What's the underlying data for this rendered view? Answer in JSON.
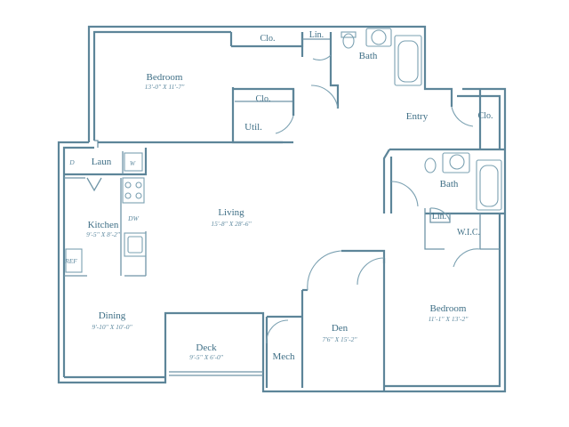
{
  "rooms": {
    "bedroom_1": {
      "name": "Bedroom",
      "dims": "13'-0\" X 11'-7\""
    },
    "bath_1": {
      "name": "Bath"
    },
    "closet_1": {
      "name": "Clo."
    },
    "linen_1": {
      "name": "Lin."
    },
    "closet_2": {
      "name": "Clo."
    },
    "utility": {
      "name": "Util."
    },
    "entry": {
      "name": "Entry"
    },
    "closet_entry": {
      "name": "Clo."
    },
    "laundry": {
      "name": "Laun"
    },
    "kitchen": {
      "name": "Kitchen",
      "dims": "9'-5\" X 8'-2\""
    },
    "living": {
      "name": "Living",
      "dims": "15'-8\" X 28'-6\""
    },
    "bath_2": {
      "name": "Bath"
    },
    "linen_2": {
      "name": "Lin."
    },
    "wic": {
      "name": "W.I.C."
    },
    "dining": {
      "name": "Dining",
      "dims": "9'-10\" X 10'-0\""
    },
    "deck": {
      "name": "Deck",
      "dims": "9'-5\" X 6'-0\""
    },
    "mech": {
      "name": "Mech"
    },
    "den": {
      "name": "Den",
      "dims": "7'6\" X 15'-2\""
    },
    "bedroom_2": {
      "name": "Bedroom",
      "dims": "11'-1\" X 13'-2\""
    }
  },
  "fixtures": {
    "washer_label": "W",
    "dryer_label": "D",
    "refrigerator_label": "REF",
    "dishwasher_label": "DW"
  },
  "colors": {
    "line": "#5d8599",
    "text": "#3f6f86",
    "background": "#ffffff"
  }
}
